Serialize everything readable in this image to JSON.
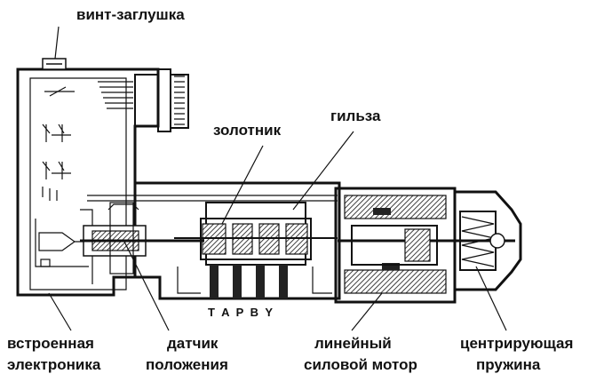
{
  "labels": {
    "plug_screw": "винт-заглушка",
    "spool": "золотник",
    "sleeve": "гильза",
    "electronics_line1": "встроенная",
    "electronics_line2": "электроника",
    "sensor_line1": "датчик",
    "sensor_line2": "положения",
    "motor_line1": "линейный",
    "motor_line2": "силовой мотор",
    "spring_line1": "центрирующая",
    "spring_line2": "пружина"
  },
  "ports": "T A P B Y"
}
